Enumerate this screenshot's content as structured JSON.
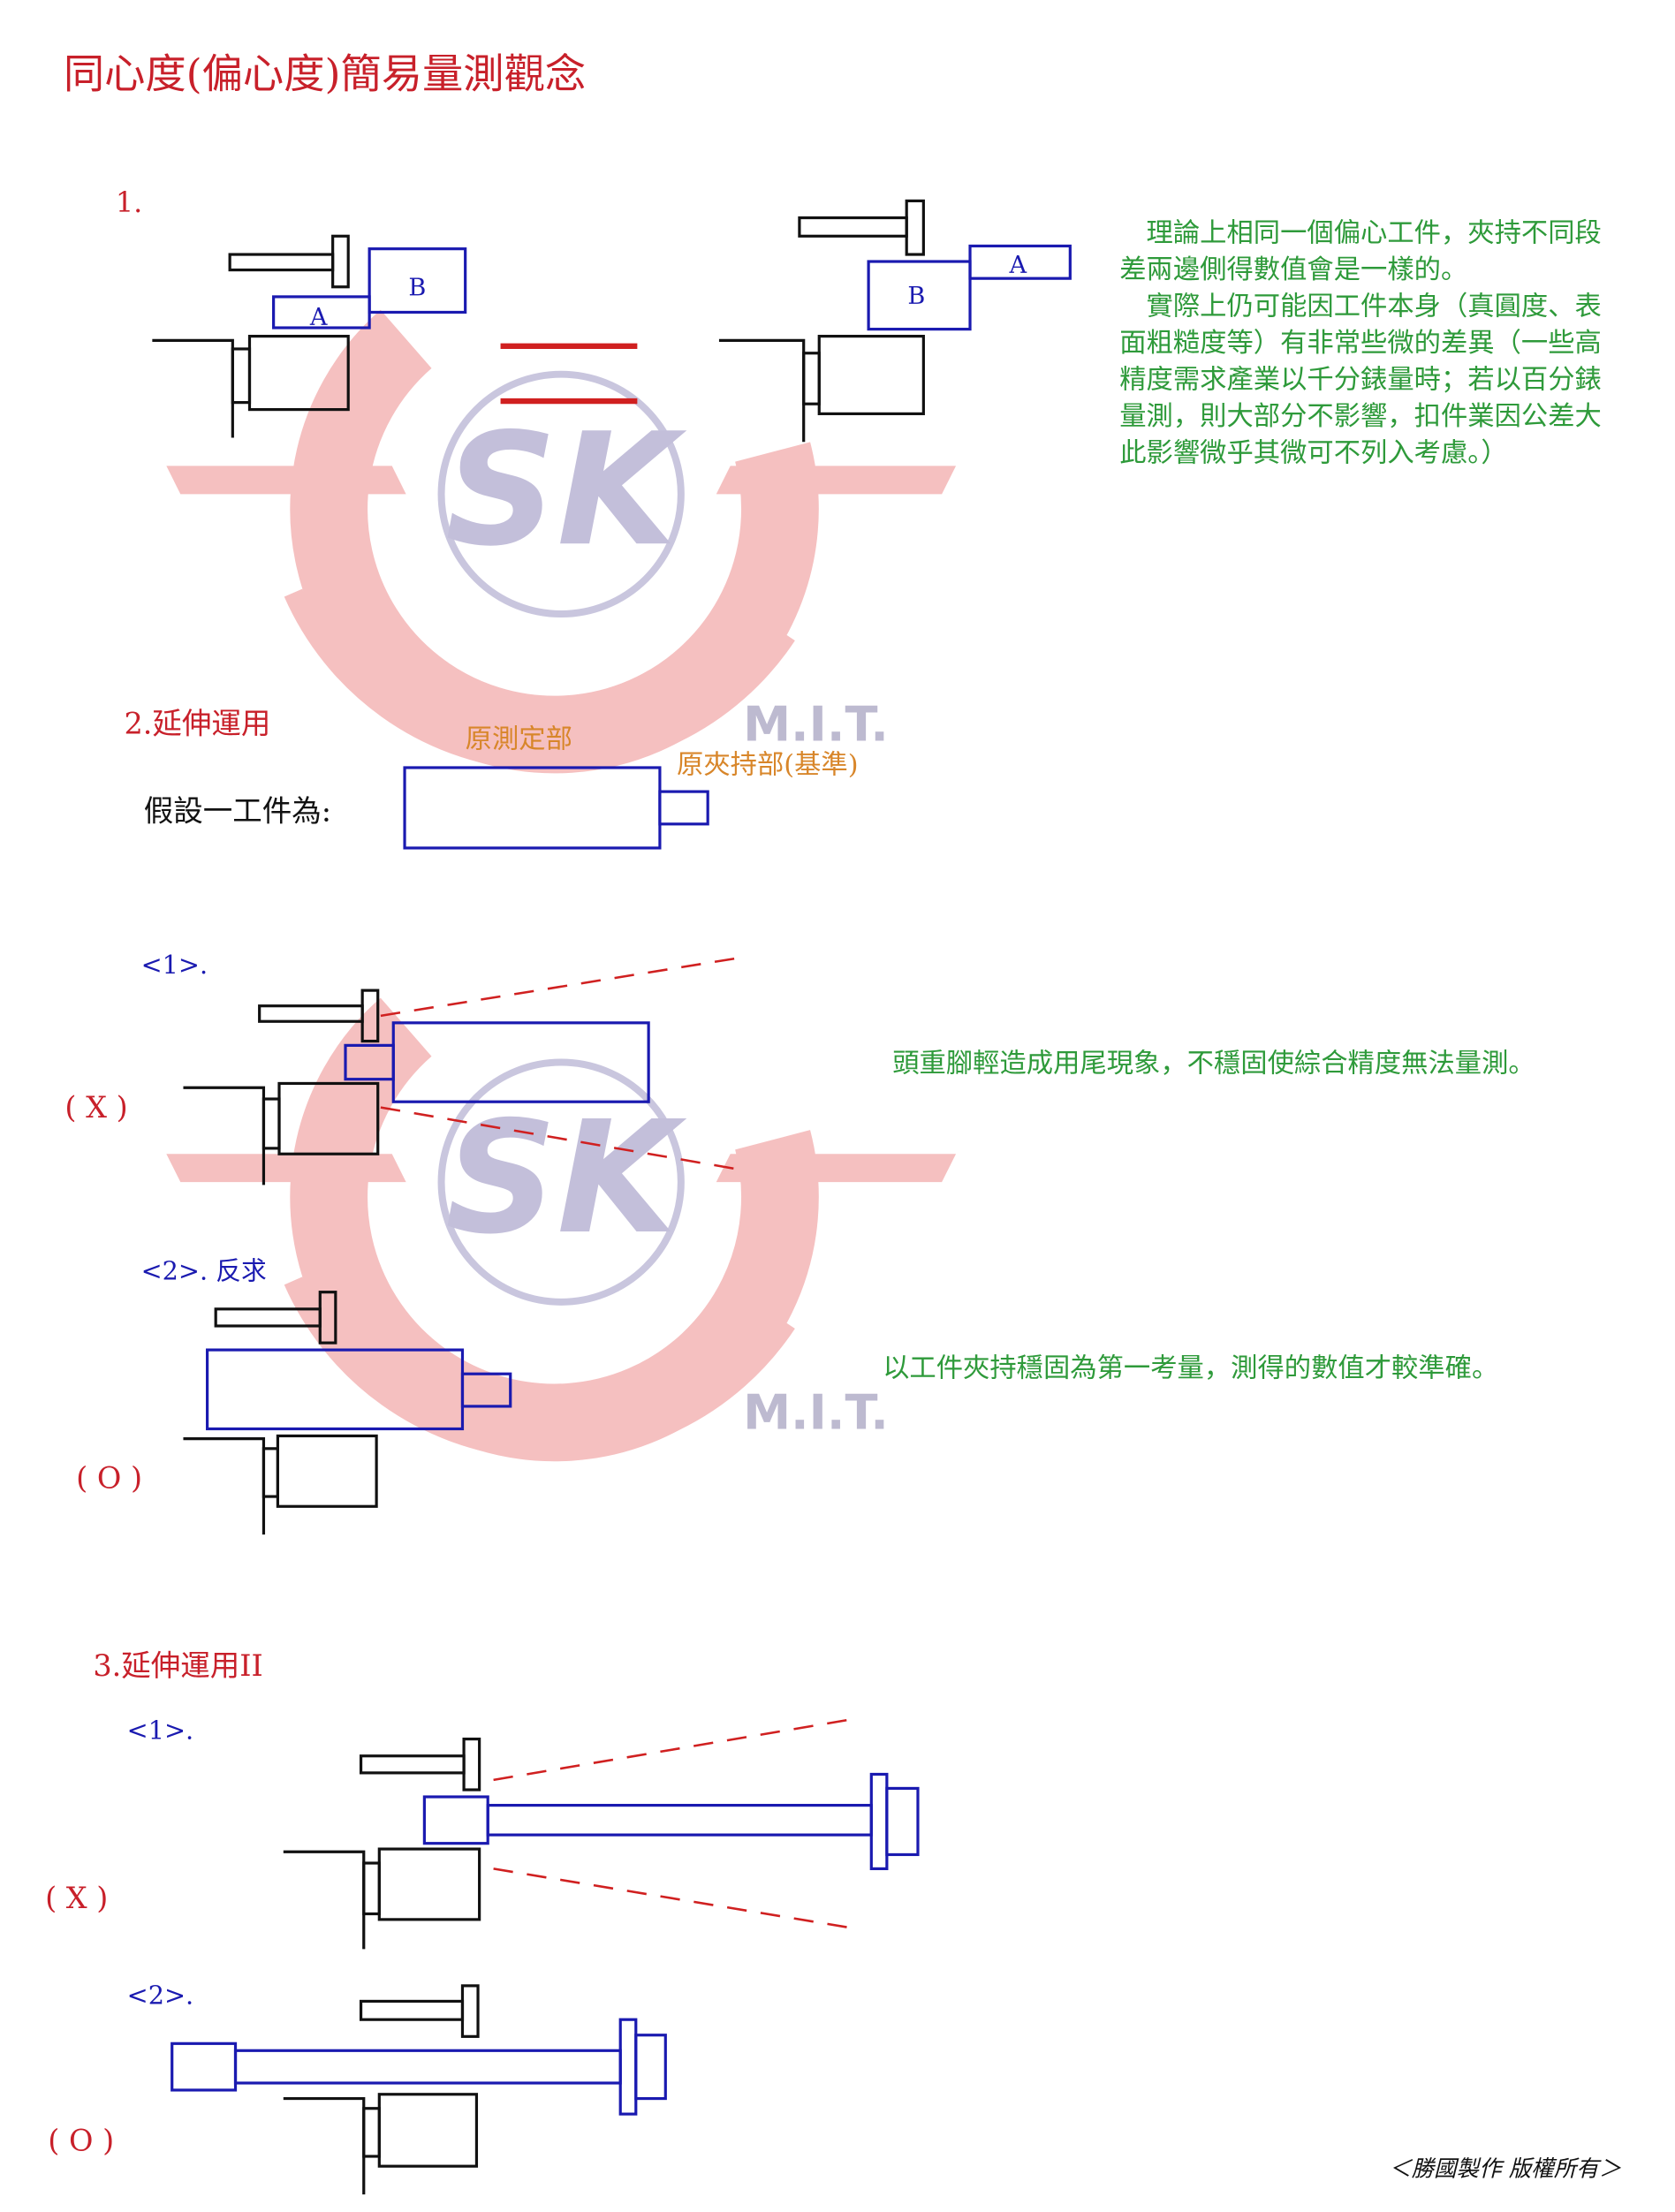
{
  "title": "同心度(偏心度)簡易量測觀念",
  "section1": {
    "label": "1.",
    "box_a": "A",
    "box_b": "B",
    "note_lines": [
      "　理論上相同一個偏心工件，夾持不同段",
      "差兩邊側得數值會是一樣的。",
      "　實際上仍可能因工件本身（真圓度、表",
      "面粗糙度等）有非常些微的差異（一些高",
      "精度需求產業以千分錶量時；若以百分錶",
      "量測，則大部分不影響，扣件業因公差大",
      "此影響微乎其微可不列入考慮。）"
    ]
  },
  "section2": {
    "label": "2.延伸運用",
    "measure_part": "原測定部",
    "clamp_part": "原夾持部(基準)",
    "assume": "假設一工件為:",
    "case1": {
      "label": "<1>.",
      "mark": "( X )",
      "note": "頭重腳輕造成用尾現象，不穩固使綜合精度無法量測。"
    },
    "case2": {
      "label": "<2>. 反求",
      "mark": "( O )",
      "note": "以工件夾持穩固為第一考量，測得的數值才較準確。"
    }
  },
  "section3": {
    "label": "3.延伸運用II",
    "case1": {
      "label": "<1>.",
      "mark": "( X )"
    },
    "case2": {
      "label": "<2>.",
      "mark": "( O )"
    }
  },
  "watermark": {
    "logo": "SK",
    "text": "M.I.T."
  },
  "footer": "＜勝國製作 版權所有＞",
  "colors": {
    "title_red": "#c8202a",
    "note_green": "#2e9a3a",
    "part_blue": "#1a1ab0",
    "label_orange": "#d8862a"
  }
}
